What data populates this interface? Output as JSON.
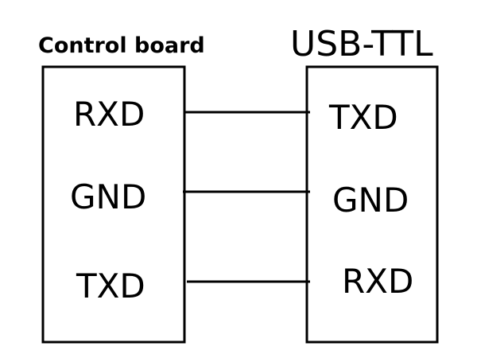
{
  "left_board": {
    "title": "Control board",
    "pins": [
      "RXD",
      "GND",
      "TXD"
    ]
  },
  "right_board": {
    "title": "USB-TTL",
    "pins": [
      "TXD",
      "GND",
      "RXD"
    ]
  },
  "colors": {
    "line": "#000000",
    "background": "#ffffff"
  }
}
